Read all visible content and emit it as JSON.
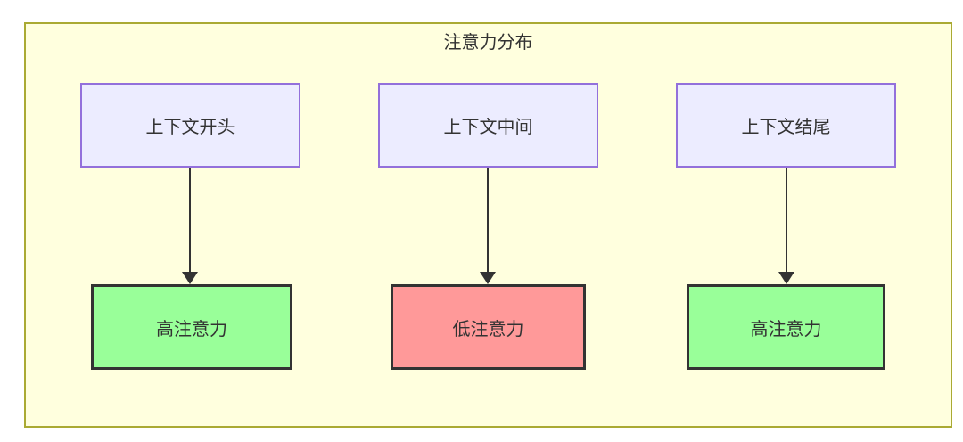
{
  "diagram": {
    "title": "注意力分布",
    "columns": [
      {
        "source": "上下文开头",
        "target": "高注意力",
        "attention": "high"
      },
      {
        "source": "上下文中间",
        "target": "低注意力",
        "attention": "low"
      },
      {
        "source": "上下文结尾",
        "target": "高注意力",
        "attention": "high"
      }
    ],
    "edges": [
      {
        "from": "上下文开头",
        "to": "高注意力"
      },
      {
        "from": "上下文中间",
        "to": "低注意力"
      },
      {
        "from": "上下文结尾",
        "to": "高注意力"
      }
    ],
    "colors": {
      "canvas_bg": "#ffffff",
      "group_fill": "#ffffde",
      "group_border": "#aaaa33",
      "source_fill": "#ececff",
      "source_border": "#9370db",
      "high_attention_fill": "#99ff99",
      "low_attention_fill": "#ff9999",
      "target_border": "#333333",
      "arrow_color": "#333333",
      "text_color": "#333333"
    }
  }
}
